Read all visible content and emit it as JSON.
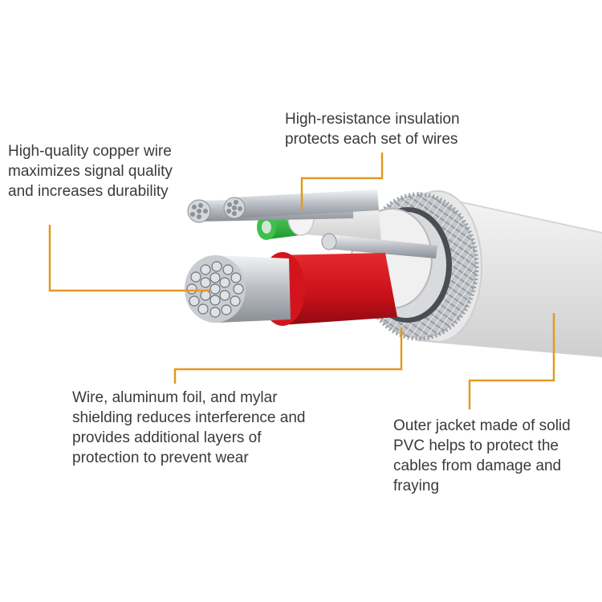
{
  "colors": {
    "background": "#ffffff",
    "callout_line": "#e29a1f",
    "text": "#3a3a3a",
    "red_wire": "#d0121b",
    "green_wire": "#39c24a",
    "copper_strands": "#cfd3d8",
    "jacket": "#eeeeee",
    "braid": "#b9bcc0"
  },
  "callouts": [
    {
      "id": "copper",
      "text": "High-quality copper wire maximizes signal quality and increases durability"
    },
    {
      "id": "insulation",
      "text": "High-resistance insulation protects each set of wires"
    },
    {
      "id": "shielding",
      "text": "Wire, aluminum foil, and mylar shielding reduces interference and provides additional layers of protection to prevent wear"
    },
    {
      "id": "jacket",
      "text": "Outer jacket made of solid PVC helps to protect the cables from damage and fraying"
    }
  ]
}
